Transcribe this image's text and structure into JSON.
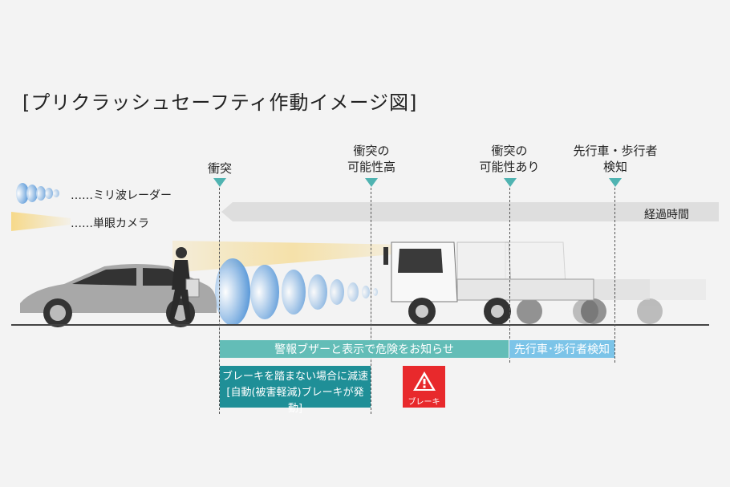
{
  "title": "[プリクラッシュセーフティ作動イメージ図]",
  "legend": {
    "radar": "……ミリ波レーダー",
    "camera": "……単眼カメラ"
  },
  "timeline": {
    "elapsed": "経過時間"
  },
  "markers": [
    {
      "label": "衝突"
    },
    {
      "label": "衝突の\n可能性高"
    },
    {
      "label": "衝突の\n可能性あり"
    },
    {
      "label": "先行車・歩行者\n検知"
    }
  ],
  "bars": {
    "warning": "警報ブザーと表示で危険をお知らせ",
    "detection": "先行車･歩行者検知",
    "brake_line1": "ブレーキを踏まない場合に減速",
    "brake_line2": "[自動(被害軽減)ブレーキが発動]",
    "warn_icon_label": "ブレーキ"
  },
  "colors": {
    "teal": "#63bdb7",
    "dark_teal": "#1f8f97",
    "light_blue": "#7cc4e8",
    "red": "#e8292c",
    "radar": "#2f7fd0",
    "camera": "#f6d98a"
  },
  "icons": [
    "car-illustration",
    "pedestrian-illustration",
    "truck-illustration",
    "radar-wave-icon",
    "camera-beam-icon",
    "warning-triangle-icon"
  ]
}
